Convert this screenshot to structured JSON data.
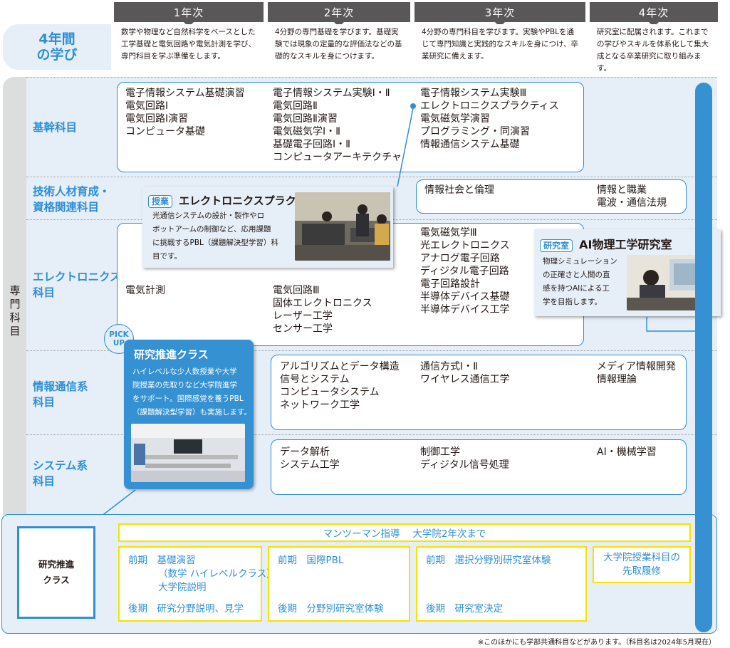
{
  "years": [
    {
      "label": "1年次",
      "desc": "数学や物理など自然科学をベースとした工学基礎と電気回路や電気計測を学び、専門科目を学ぶ準備をします。"
    },
    {
      "label": "2年次",
      "desc": "4分野の専門基礎を学びます。基礎実験では現象の定量的な評価法などの基礎的なスキルを身につけます。"
    },
    {
      "label": "3年次",
      "desc": "4分野の専門科目を学びます。実験やPBLを通じて専門知識と実践的なスキルを身につけ、卒業研究に備えます。"
    },
    {
      "label": "4年次",
      "desc": "研究室に配属されます。これまでの学びやスキルを体系化して集大成となる卒業研究に取り組みます。"
    }
  ],
  "four_year_label": [
    "4年間",
    "の学び"
  ],
  "senmon_label": "専門科目",
  "categories": {
    "kikan": "基幹科目",
    "gijutsu": [
      "技術人材育成・",
      "資格関連科目"
    ],
    "electronics": [
      "エレクトロニクス系",
      "科目"
    ],
    "info": [
      "情報通信系",
      "科目"
    ],
    "system": [
      "システム系",
      "科目"
    ]
  },
  "kikan": {
    "y1": [
      "電子情報システム基礎演習",
      "電気回路Ⅰ",
      "電気回路Ⅰ演習",
      "コンピュータ基礎"
    ],
    "y2": [
      "電子情報システム実験Ⅰ・Ⅱ",
      "電気回路Ⅱ",
      "電気回路Ⅱ演習",
      "電気磁気学Ⅰ・Ⅱ",
      "基礎電子回路Ⅰ・Ⅱ",
      "コンピュータアーキテクチャ"
    ],
    "y3": [
      "電子情報システム実験Ⅲ",
      "エレクトロニクスプラクティス",
      "電気磁気学演習",
      "プログラミング・同演習",
      "情報通信システム基礎"
    ]
  },
  "gijutsu": {
    "y3": "情報社会と倫理",
    "y4": [
      "情報と職業",
      "電波・通信法規"
    ]
  },
  "electronics": {
    "y1": "電気計測",
    "y2": [
      "電気回路Ⅲ",
      "固体エレクトロニクス",
      "レーザー工学",
      "センサー工学"
    ],
    "y3": [
      "電気磁気学Ⅲ",
      "光エレクトロニクス",
      "アナログ電子回路",
      "ディジタル電子回路",
      "電子回路設計",
      "半導体デバイス基礎",
      "半導体デバイス工学"
    ]
  },
  "info": {
    "y2": [
      "アルゴリズムとデータ構造",
      "信号とシステム",
      "コンピュータシステム",
      "ネットワーク工学"
    ],
    "y3": [
      "通信方式Ⅰ・Ⅱ",
      "ワイヤレス通信工学"
    ],
    "y4": [
      "メディア情報開発",
      "情報理論"
    ]
  },
  "system": {
    "y2": [
      "データ解析",
      "システム工学"
    ],
    "y3": [
      "制御工学",
      "ディジタル信号処理"
    ],
    "y4": "AI・機械学習"
  },
  "callout_class": {
    "tag": "授業",
    "title": "エレクトロニクスプラクティス",
    "text": [
      "光通信システムの設計・製作やロ",
      "ボットアームの制御など、応用課題",
      "に挑戦するPBL（課題解決型学習）科",
      "目です。"
    ]
  },
  "callout_lab": {
    "tag": "研究室",
    "title": "AI物理工学研究室",
    "text": [
      "物理シミュレーション",
      "の正確さと人間の直",
      "感を持つAIによる工",
      "学を目指します。"
    ]
  },
  "pickup": [
    "PICK",
    "UP"
  ],
  "promo": {
    "title": "研究推進クラス",
    "text": [
      "ハイレベルな少人数授業や大学",
      "院授業の先取りなど大学院進学",
      "をサポート。国際感覚を養うPBL",
      "（課題解決型学習）も実施します。"
    ]
  },
  "bottom": {
    "label": [
      "研究推進",
      "クラス"
    ],
    "mentor": "マンツーマン指導　 大学院2年次まで",
    "y1": {
      "first": "前期　基礎演習",
      "first_sub": [
        "（数学 ハイレベルクラス）",
        "大学院説明"
      ],
      "second": "後期　研究分野説明、見学"
    },
    "y2": {
      "first": "前期　国際PBL",
      "second": "後期　分野別研究室体験"
    },
    "y3": {
      "first": "前期　選択分野別研究室体験",
      "second": "後期　研究室決定"
    },
    "y4": [
      "大学院授業科目の",
      "先取履修"
    ]
  },
  "footnote": "※このほかにも学部共通科目などがあります。（科目名は2024年5月現在）",
  "colors": {
    "accent": "#2f8fd3",
    "header": "#595757",
    "band": "#e6eef8",
    "yellow": "#f7e200"
  }
}
